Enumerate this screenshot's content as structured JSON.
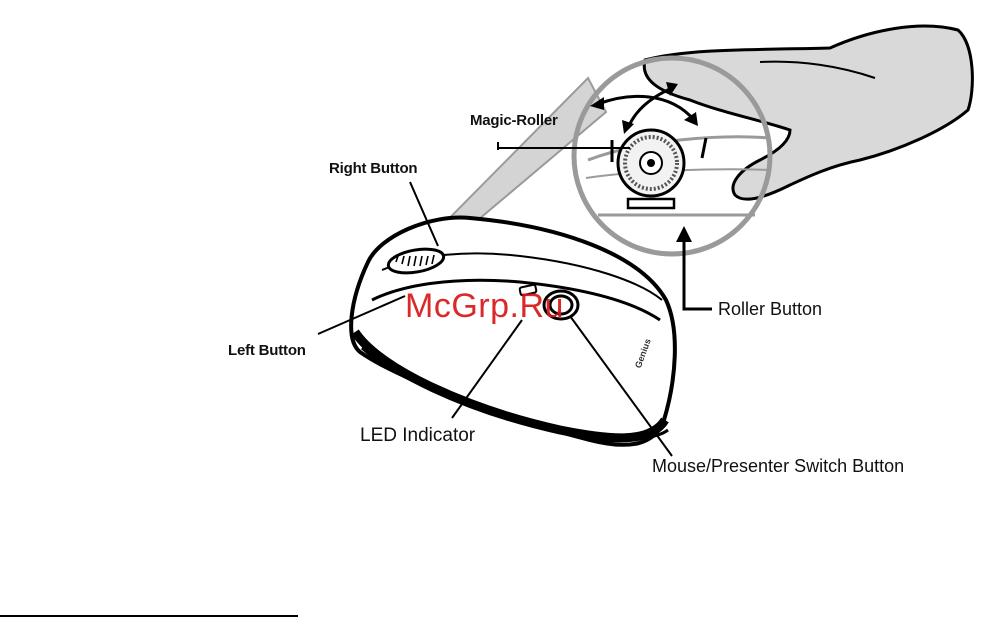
{
  "labels": {
    "magic_roller": "Magic-Roller",
    "right_button": "Right Button",
    "left_button": "Left Button",
    "led_indicator": "LED Indicator",
    "roller_button": "Roller Button",
    "switch_button": "Mouse/Presenter Switch Button"
  },
  "brand_text": "Genius",
  "watermark": "McGrp.Ru",
  "colors": {
    "ink": "#111111",
    "zoom_circle": "#9a9a9a",
    "hand_shadow": "#d9d9d9",
    "watermark": "#d81717"
  }
}
